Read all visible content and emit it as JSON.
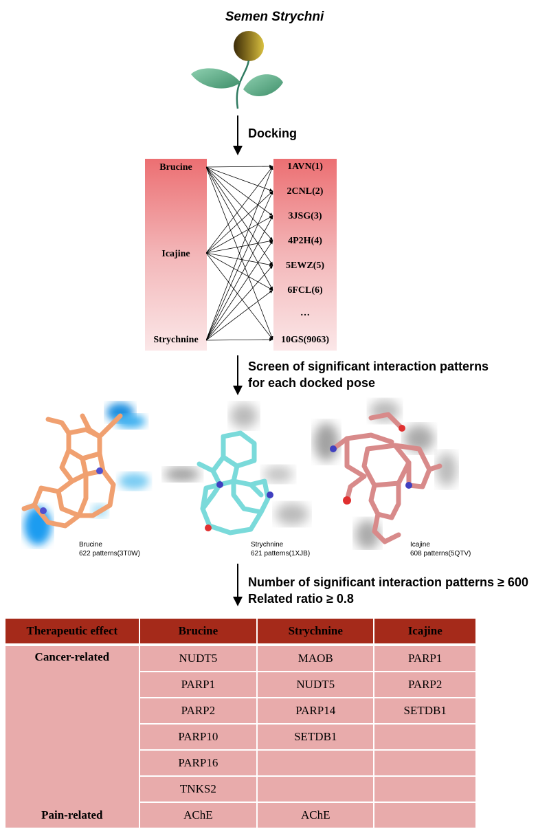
{
  "title": "Semen Strychni",
  "steps": {
    "docking": "Docking",
    "screen_line1": "Screen of significant interaction patterns",
    "screen_line2": "for each docked pose",
    "criteria_line1": "Number of significant interaction patterns ≥ 600",
    "criteria_line2": "Related ratio ≥ 0.8"
  },
  "ligands": [
    "Brucine",
    "Icajine",
    "Strychnine"
  ],
  "targets": [
    "1AVN(1)",
    "2CNL(2)",
    "3JSG(3)",
    "4P2H(4)",
    "5EWZ(5)",
    "6FCL(6)",
    "…",
    "10GS(9063)"
  ],
  "molecules": [
    {
      "name": "Brucine",
      "patterns": "622 patterns(3T0W)",
      "color": "#f0a070"
    },
    {
      "name": "Strychnine",
      "patterns": "621 patterns(1XJB)",
      "color": "#7adada"
    },
    {
      "name": "Icajine",
      "patterns": "608 patterns(5QTV)",
      "color": "#d88a8a"
    }
  ],
  "table": {
    "headers": [
      "Therapeutic effect",
      "Brucine",
      "Strychnine",
      "Icajine"
    ],
    "cancer_label": "Cancer-related",
    "cancer_rows": [
      [
        "NUDT5",
        "MAOB",
        "PARP1"
      ],
      [
        "PARP1",
        "NUDT5",
        "PARP2"
      ],
      [
        "PARP2",
        "PARP14",
        "SETDB1"
      ],
      [
        "PARP10",
        "SETDB1",
        ""
      ],
      [
        "PARP16",
        "",
        ""
      ],
      [
        "TNKS2",
        "",
        ""
      ]
    ],
    "pain_label": "Pain-related",
    "pain_row": [
      "AChE",
      "AChE",
      ""
    ]
  },
  "colors": {
    "header_bg": "#a52a1a",
    "cell_bg": "#e8abab",
    "box_top": "#ec6f72",
    "leaf": "#5fae8a",
    "fruit": "#8a7320"
  }
}
